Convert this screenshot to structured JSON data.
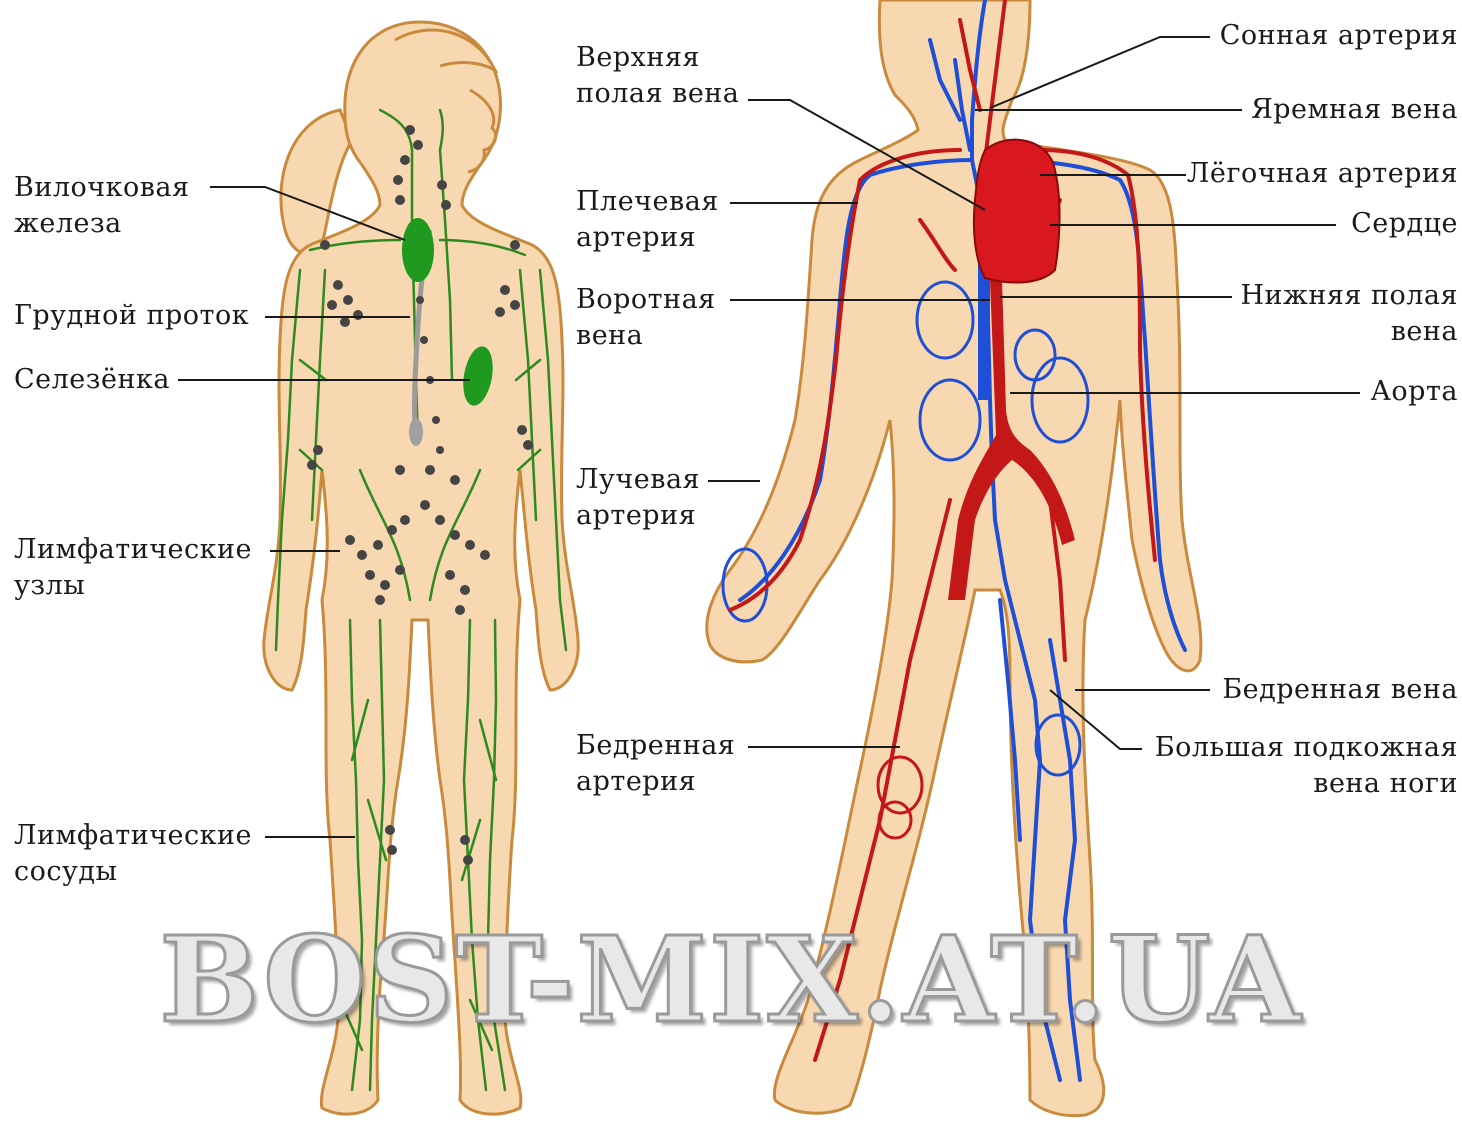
{
  "colors": {
    "skin": "#f8d8b0",
    "outline": "#c88a3c",
    "lymph": "#2d8a1f",
    "node": "#454545",
    "artery": "#c41818",
    "vein": "#1f4fd6",
    "organ_green": "#1f9a1f",
    "heart": "#d8181e"
  },
  "lymphatic_labels": {
    "thymus": [
      "Вилочковая",
      "железа"
    ],
    "thoracic_duct": [
      "Грудной проток"
    ],
    "spleen": [
      "Селезёнка"
    ],
    "lymph_nodes": [
      "Лимфатические",
      "узлы"
    ],
    "lymph_vessels": [
      "Лимфатические",
      "сосуды"
    ]
  },
  "circulatory_left_labels": {
    "superior_vena_cava": [
      "Верхняя",
      "полая вена"
    ],
    "brachial_artery": [
      "Плечевая",
      "артерия"
    ],
    "portal_vein": [
      "Воротная",
      "вена"
    ],
    "radial_artery": [
      "Лучевая",
      "артерия"
    ],
    "femoral_artery": [
      "Бедренная",
      "артерия"
    ]
  },
  "circulatory_right_labels": {
    "carotid_artery": [
      "Сонная артерия"
    ],
    "jugular_vein": [
      "Яремная вена"
    ],
    "pulmonary_artery": [
      "Лёгочная артерия"
    ],
    "heart": [
      "Сердце"
    ],
    "inferior_vena_cava": [
      "Нижняя полая",
      "вена"
    ],
    "aorta": [
      "Аорта"
    ],
    "femoral_vein": [
      "Бедренная вена"
    ],
    "great_saphenous_vein": [
      "Большая подкожная",
      "вена ноги"
    ]
  },
  "watermark": "BOST-MIX.AT.UA"
}
